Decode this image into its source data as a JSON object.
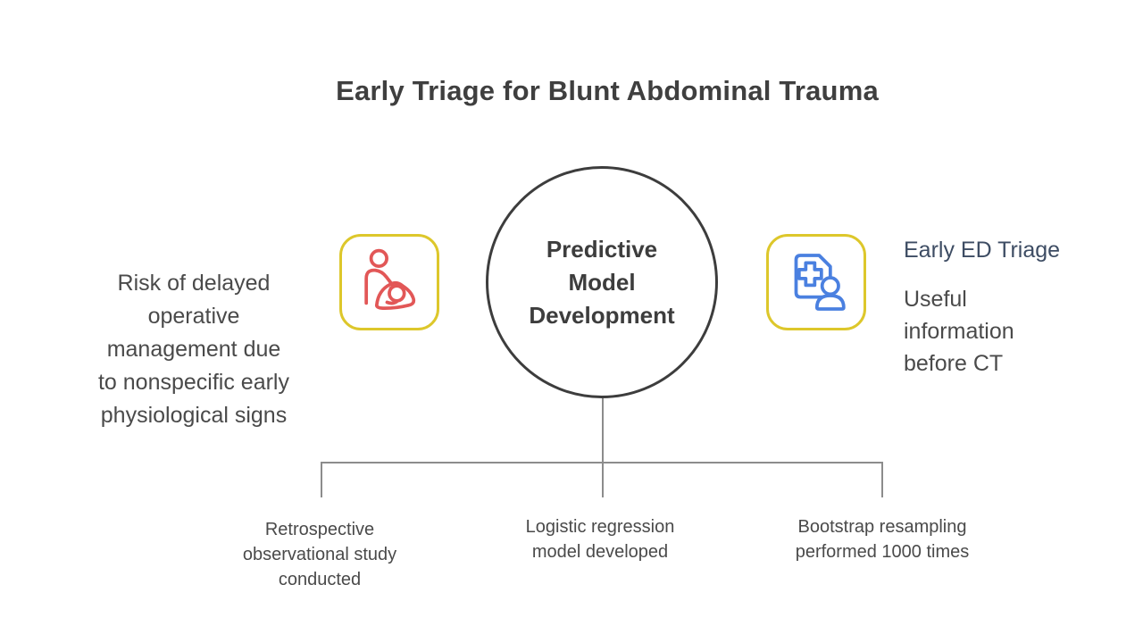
{
  "title": "Early Triage for Blunt Abdominal Trauma",
  "colors": {
    "title_text": "#3f3f3f",
    "body_text": "#4a4a4a",
    "heading_slate": "#3d4c63",
    "circle_border": "#3d3d3d",
    "connector_gray": "#8c8c8c",
    "icon_box_border": "#ddc72b",
    "icon_red": "#e25757",
    "icon_blue": "#4a80e0",
    "background": "#ffffff"
  },
  "center_node": {
    "lines": [
      "Predictive",
      "Model",
      "Development"
    ]
  },
  "left_point": {
    "icon": "patient-care-icon",
    "lines": [
      "Risk of delayed",
      "operative",
      "management due",
      "to nonspecific early",
      "physiological signs"
    ]
  },
  "right_point": {
    "icon": "medical-record-icon",
    "heading": "Early ED Triage",
    "lines": [
      "Useful",
      "information",
      "before CT"
    ]
  },
  "branches": [
    {
      "lines": [
        "Retrospective",
        "observational study",
        "conducted"
      ]
    },
    {
      "lines": [
        "Logistic regression",
        "model developed"
      ]
    },
    {
      "lines": [
        "Bootstrap resampling",
        "performed 1000 times"
      ]
    }
  ]
}
